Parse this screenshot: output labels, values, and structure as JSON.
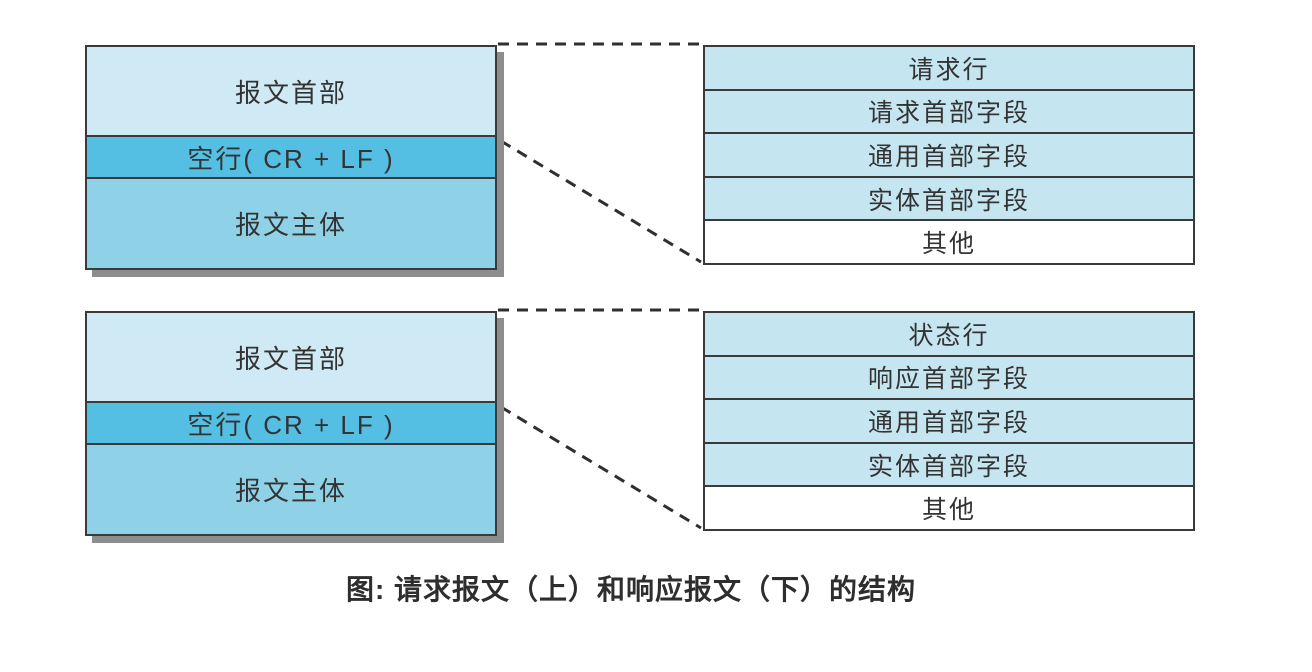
{
  "colors": {
    "bg": "#ffffff",
    "box-border": "#3a3a3a",
    "header-fill": "#cfeaf4",
    "blank-fill": "#54bfe3",
    "body-fill": "#8fd2e7",
    "detail-fill": "#c5e6f1",
    "other-fill": "#ffffff",
    "shadow": "#8d8d8d",
    "text": "#333333",
    "line": "#2f2f2f",
    "caption-text": "#2e2e2e"
  },
  "request_message": {
    "header": "报文首部",
    "blank_line": "空行( CR + LF )",
    "body": "报文主体"
  },
  "request_detail": {
    "rows": [
      "请求行",
      "请求首部字段",
      "通用首部字段",
      "实体首部字段",
      "其他"
    ]
  },
  "response_message": {
    "header": "报文首部",
    "blank_line": "空行( CR + LF )",
    "body": "报文主体"
  },
  "response_detail": {
    "rows": [
      "状态行",
      "响应首部字段",
      "通用首部字段",
      "实体首部字段",
      "其他"
    ]
  },
  "caption": "图: 请求报文（上）和响应报文（下）的结构"
}
